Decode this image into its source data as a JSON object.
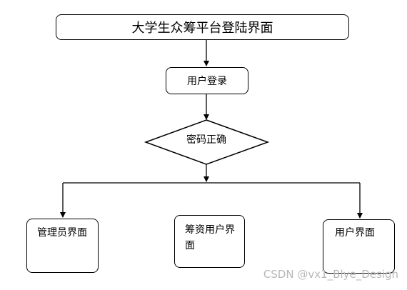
{
  "title": "大学生众筹平台登陆界面",
  "login": "用户登录",
  "decision": "密码正确",
  "outcomes": {
    "admin": "管理员界面",
    "fund_user": "筹资用户界面",
    "user": "用户界面"
  },
  "watermark": "CSDN @vx1_Blye_Design"
}
